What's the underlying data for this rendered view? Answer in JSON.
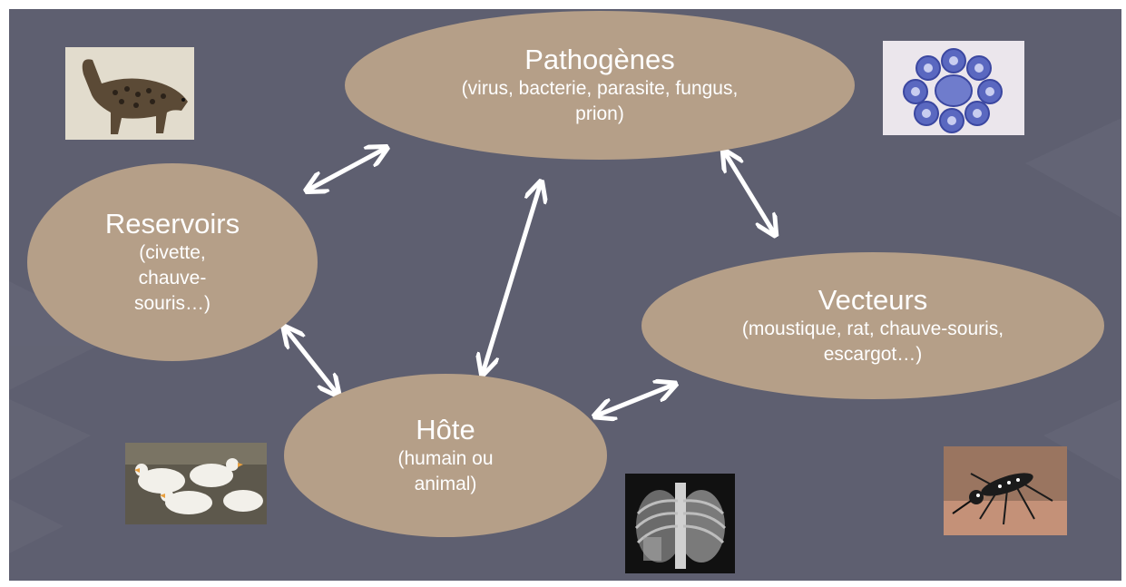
{
  "nodes": {
    "pathogenes": {
      "title": "Pathogènes",
      "detail": "(virus, bacterie, parasite, fungus, prion)"
    },
    "reservoirs": {
      "title": "Reservoirs",
      "detail": "(civette, chauve-souris…)"
    },
    "vecteurs": {
      "title": "Vecteurs",
      "detail": "(moustique, rat, chauve-souris, escargot…)"
    },
    "hote": {
      "title": "Hôte",
      "detail": "(humain ou animal)"
    }
  },
  "edges": [
    {
      "from": "reservoirs",
      "to": "pathogenes",
      "bidirectional": true
    },
    {
      "from": "pathogenes",
      "to": "vecteurs",
      "bidirectional": true
    },
    {
      "from": "hote",
      "to": "pathogenes",
      "bidirectional": true
    },
    {
      "from": "reservoirs",
      "to": "hote",
      "bidirectional": true
    },
    {
      "from": "hote",
      "to": "vecteurs",
      "bidirectional": true
    }
  ],
  "images": [
    "civet",
    "virus",
    "geese",
    "chest-xray",
    "mosquito"
  ],
  "colors": {
    "background": "#5e5f70",
    "node_fill": "#b59f88",
    "text": "#ffffff",
    "arrow": "#ffffff"
  }
}
